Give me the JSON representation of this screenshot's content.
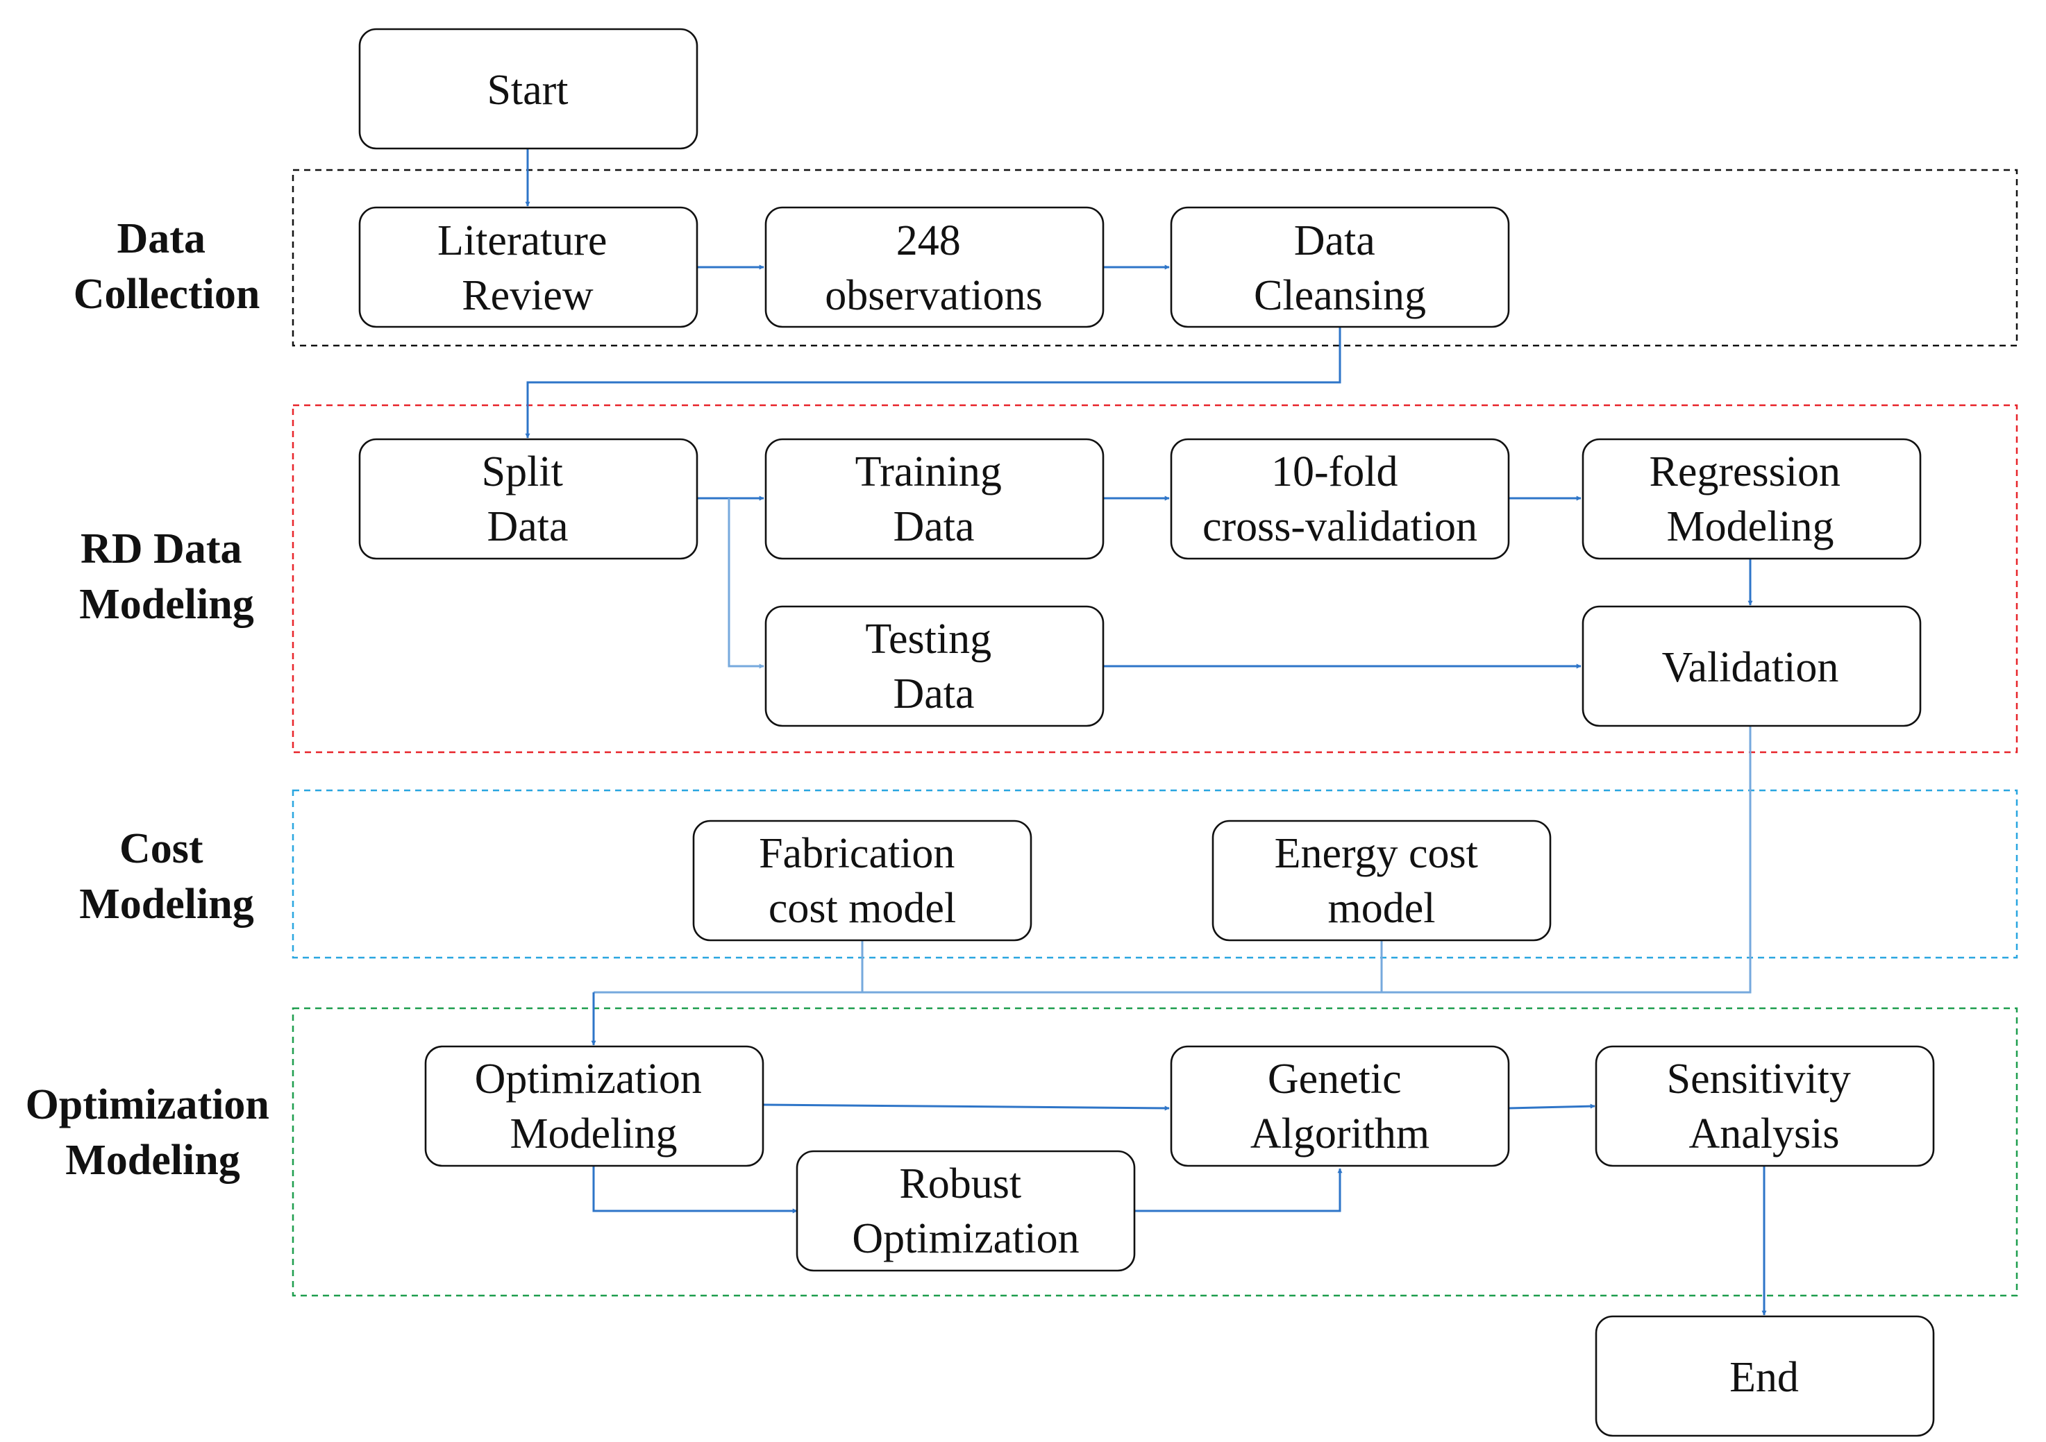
{
  "colors": {
    "data_collection_border": "#111111",
    "rd_modeling_border": "#e8242a",
    "cost_modeling_border": "#29a6e0",
    "optimization_border": "#1e9e4e",
    "arrow_dark": "#2e75c8",
    "arrow_light": "#76a9dd"
  },
  "sections": [
    {
      "id": "data_collection",
      "lines": [
        "Data",
        "Collection"
      ]
    },
    {
      "id": "rd_modeling",
      "lines": [
        "RD Data",
        "Modeling"
      ]
    },
    {
      "id": "cost_modeling",
      "lines": [
        "Cost",
        "Modeling"
      ]
    },
    {
      "id": "optimization_modeling",
      "lines": [
        "Optimization",
        "Modeling"
      ]
    }
  ],
  "nodes": [
    {
      "id": "start",
      "lines": [
        "Start"
      ]
    },
    {
      "id": "literature_review",
      "lines": [
        "Literature",
        "Review"
      ]
    },
    {
      "id": "observations",
      "lines": [
        "248",
        "observations"
      ]
    },
    {
      "id": "data_cleansing",
      "lines": [
        "Data",
        "Cleansing"
      ]
    },
    {
      "id": "split_data",
      "lines": [
        "Split",
        "Data"
      ]
    },
    {
      "id": "training_data",
      "lines": [
        "Training",
        "Data"
      ]
    },
    {
      "id": "cross_validation",
      "lines": [
        "10-fold",
        "cross-validation"
      ]
    },
    {
      "id": "regression_modeling",
      "lines": [
        "Regression",
        "Modeling"
      ]
    },
    {
      "id": "testing_data",
      "lines": [
        "Testing",
        "Data"
      ]
    },
    {
      "id": "validation",
      "lines": [
        "Validation"
      ]
    },
    {
      "id": "fabrication_cost",
      "lines": [
        "Fabrication",
        "cost model"
      ]
    },
    {
      "id": "energy_cost",
      "lines": [
        "Energy cost",
        "model"
      ]
    },
    {
      "id": "optimization_modeling_box",
      "lines": [
        "Optimization",
        "Modeling"
      ]
    },
    {
      "id": "genetic_algorithm",
      "lines": [
        "Genetic",
        "Algorithm"
      ]
    },
    {
      "id": "sensitivity_analysis",
      "lines": [
        "Sensitivity",
        "Analysis"
      ]
    },
    {
      "id": "robust_optimization",
      "lines": [
        "Robust",
        "Optimization"
      ]
    },
    {
      "id": "end",
      "lines": [
        "End"
      ]
    }
  ]
}
